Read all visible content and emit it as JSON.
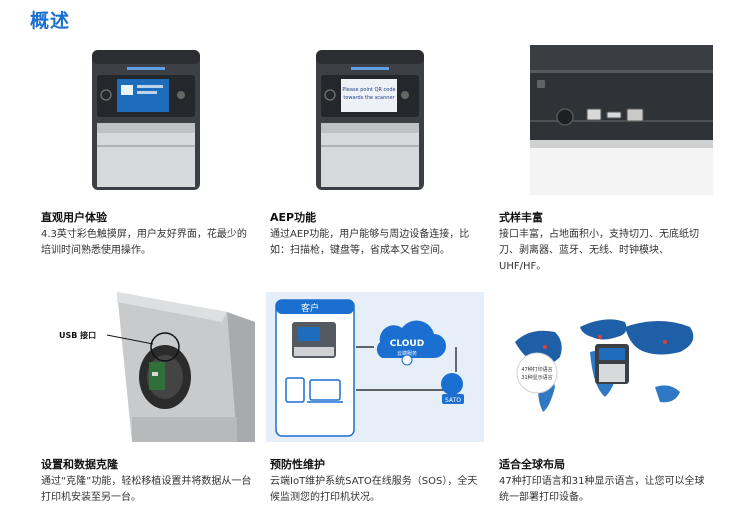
{
  "page": {
    "title": "概述"
  },
  "features": [
    {
      "title": "直观用户体验",
      "desc": "4.3英寸彩色触摸屏，用户友好界面，花最少的培训时间熟悉使用操作。"
    },
    {
      "title": "AEP功能",
      "desc": "通过AEP功能，用户能够与周边设备连接，比如：扫描枪，键盘等，省成本又省空间。"
    },
    {
      "title": "式样丰富",
      "desc": "接口丰富，占地面积小，支持切刀、无底纸切刀、剥离器、蓝牙、无线、时钟模块、UHF/HF。"
    },
    {
      "title": "设置和数据克隆",
      "desc": "通过“克隆”功能，轻松移植设置并将数据从一台打印机安装至另一台。"
    },
    {
      "title": "预防性维护",
      "desc": "云端IoT维护系统SATO在线服务（SOS），全天候监测您的打印机状况。"
    },
    {
      "title": "适合全球布局",
      "desc": "47种打印语言和31种显示语言，让您可以全球统一部署打印设备。"
    }
  ],
  "images": {
    "printer_screen_text": [
      "Please point QR code",
      "towards the scanner"
    ],
    "usb_label": "USB 接口",
    "diagram": {
      "customer_label": "客户",
      "cloud_label": "CLOUD",
      "cloud_sub": "云端服务",
      "sato_label": "SATO"
    },
    "map_callout": [
      "47种打印语言",
      "31种显示语言"
    ]
  }
}
